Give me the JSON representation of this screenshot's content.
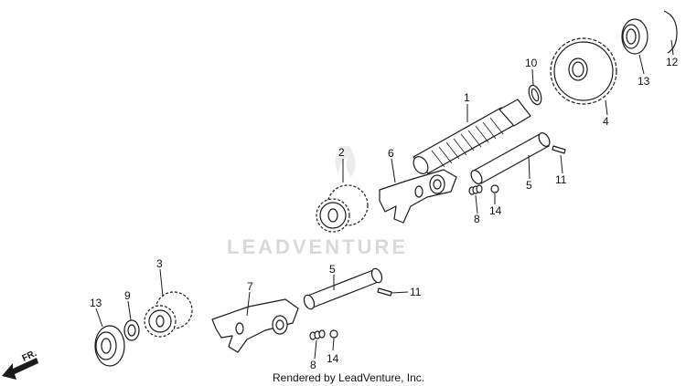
{
  "watermark": "LEADVENTURE",
  "credit": "Rendered by LeadVenture, Inc.",
  "direction_label": "FR.",
  "callouts": [
    "1",
    "2",
    "3",
    "4",
    "5",
    "5",
    "6",
    "7",
    "8",
    "8",
    "9",
    "10",
    "11",
    "11",
    "12",
    "13",
    "13",
    "14",
    "14"
  ]
}
